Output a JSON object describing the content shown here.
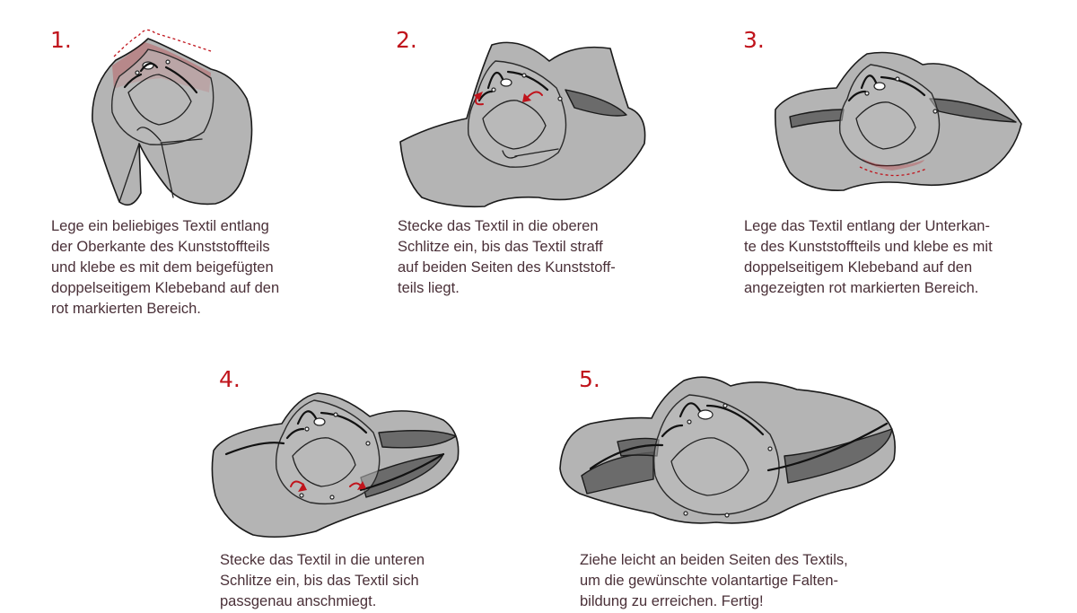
{
  "colors": {
    "number": "#c0141c",
    "text": "#4a3038",
    "cloth": "#9f9f9f",
    "highlight": "#c0141c"
  },
  "steps": [
    {
      "number": "1.",
      "lines": [
        "Lege ein beliebiges Textil entlang",
        "der Oberkante des Kunststoffteils",
        "und klebe es mit dem beigefügten",
        "doppelseitigem Klebeband auf den",
        "rot markierten Bereich."
      ]
    },
    {
      "number": "2.",
      "lines": [
        "Stecke das Textil in die oberen",
        "Schlitze ein, bis das Textil straff",
        "auf beiden Seiten des Kunststoff-",
        "teils liegt."
      ]
    },
    {
      "number": "3.",
      "lines": [
        "Lege das Textil entlang der Unterkan-",
        "te des Kunststoffteils und klebe es mit",
        "doppelseitigem Klebeband auf den",
        "angezeigten rot markierten Bereich."
      ]
    },
    {
      "number": "4.",
      "lines": [
        "Stecke das Textil in die unteren",
        "Schlitze ein, bis das Textil sich",
        "passgenau anschmiegt."
      ]
    },
    {
      "number": "5.",
      "lines": [
        "Ziehe leicht an beiden Seiten des Textils,",
        "um die gewünschte volantartige Falten-",
        "bildung zu erreichen. Fertig!"
      ]
    }
  ]
}
